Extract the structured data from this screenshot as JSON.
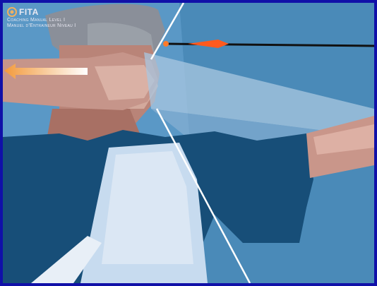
{
  "brand": {
    "title": "FITA",
    "line1": "Coaching Manual Level I",
    "line2": "Manuel d'Entraineur Niveau I",
    "logo_icon": "fita-target-logo-icon"
  },
  "colors": {
    "frame": "#1010a8",
    "background": "#4a8ab8",
    "shirt": "#174e78",
    "skin": "#c9968a",
    "arrow_fletching": "#ff5a1e",
    "pull_arrow": "#f5a24a"
  }
}
